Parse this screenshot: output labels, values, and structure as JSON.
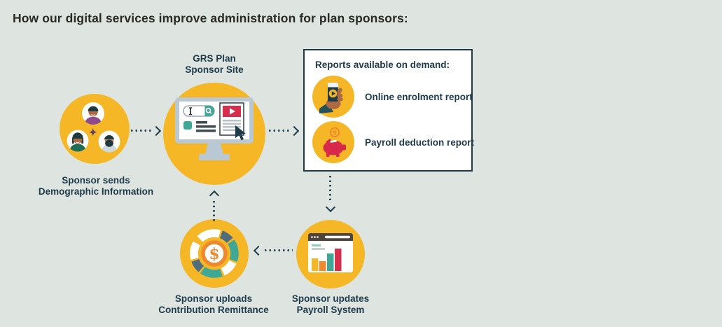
{
  "page": {
    "title": "How our digital services improve administration for plan sponsors:"
  },
  "nodes": {
    "people": {
      "line1": "Sponsor sends",
      "line2": "Demographic Information"
    },
    "site": {
      "line1": "GRS Plan",
      "line2": "Sponsor Site"
    },
    "payroll": {
      "line1": "Sponsor updates",
      "line2": "Payroll System"
    },
    "contribution": {
      "line1": "Sponsor uploads",
      "line2": "Contribution Remittance"
    }
  },
  "reports_panel": {
    "title": "Reports available on demand:",
    "items": [
      {
        "icon": "phone-in-hand-icon",
        "label": "Online enrolment report"
      },
      {
        "icon": "piggy-bank-icon",
        "label": "Payroll deduction report"
      }
    ]
  },
  "symbols": {
    "dollar": "$"
  },
  "colors": {
    "background": "#dee4df",
    "accent_yellow": "#f5b726",
    "navy": "#1d3b4a",
    "teal": "#3fa796",
    "red": "#d62e4d",
    "orange": "#ee8a2d",
    "slate": "#4e6e7e"
  }
}
